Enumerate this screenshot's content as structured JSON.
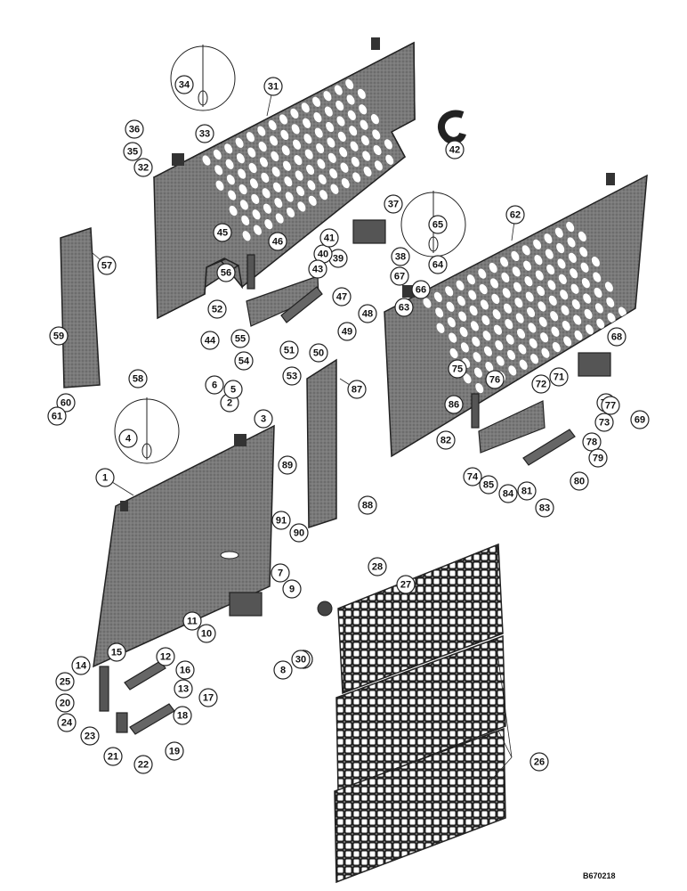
{
  "diagram": {
    "reference_code": "B670218",
    "callouts": [
      "1",
      "2",
      "3",
      "4",
      "5",
      "6",
      "7",
      "8",
      "9",
      "10",
      "11",
      "12",
      "13",
      "14",
      "15",
      "16",
      "17",
      "18",
      "19",
      "20",
      "21",
      "22",
      "23",
      "24",
      "25",
      "26",
      "27",
      "28",
      "28",
      "29",
      "30",
      "31",
      "32",
      "33",
      "34",
      "35",
      "36",
      "37",
      "38",
      "39",
      "40",
      "41",
      "42",
      "43",
      "44",
      "45",
      "46",
      "47",
      "48",
      "49",
      "50",
      "51",
      "52",
      "53",
      "54",
      "55",
      "56",
      "57",
      "58",
      "59",
      "60",
      "61",
      "62",
      "63",
      "64",
      "65",
      "66",
      "67",
      "68",
      "69",
      "70",
      "71",
      "72",
      "73",
      "74",
      "75",
      "76",
      "77",
      "78",
      "79",
      "80",
      "81",
      "82",
      "83",
      "84",
      "85",
      "86",
      "87",
      "88",
      "89",
      "90",
      "91"
    ]
  }
}
